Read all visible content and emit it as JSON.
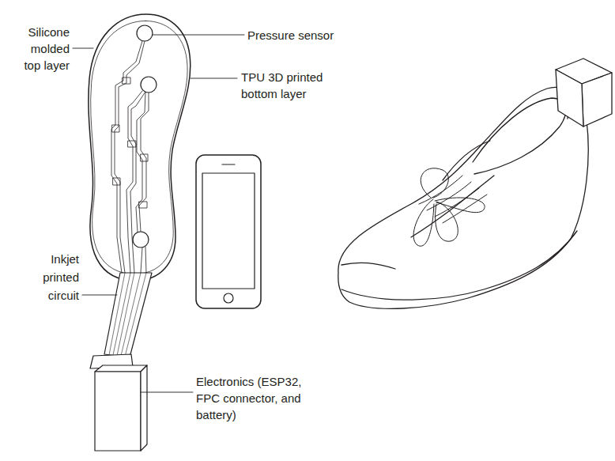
{
  "diagram": {
    "labels": [
      "Silicone molded top layer",
      "Pressure sensor",
      "TPU 3D printed bottom layer",
      "Inkjet printed circuit",
      "Electronics (ESP32, FPC connector, and battery)"
    ]
  }
}
